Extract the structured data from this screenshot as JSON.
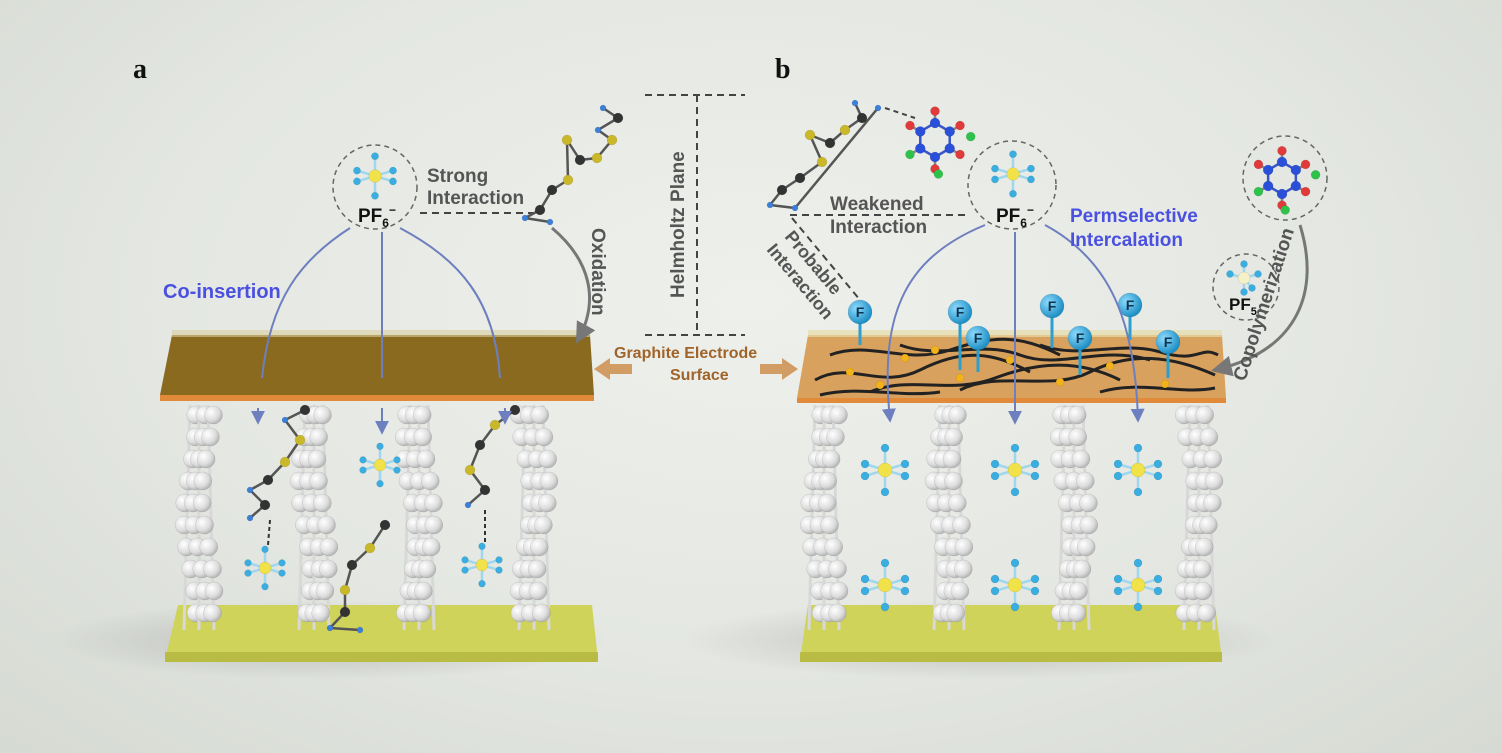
{
  "panels": {
    "a": {
      "letter": "a",
      "ion_label": "PF",
      "ion_sub": "6",
      "ion_sup": "−",
      "interaction_line1": "Strong",
      "interaction_line2": "Interaction",
      "co_insertion": "Co-insertion",
      "oxidation": "Oxidation"
    },
    "b": {
      "letter": "b",
      "ion_label": "PF",
      "ion_sub": "6",
      "ion_sup": "−",
      "interaction_line1": "Weakened",
      "interaction_line2": "Interaction",
      "probable_line1": "Probable",
      "probable_line2": "Interaction",
      "permselective_line1": "Permselective",
      "permselective_line2": "Intercalation",
      "pf5_label": "PF",
      "pf5_sub": "5",
      "copolymerization": "Copolymerization",
      "fluorine_label": "F"
    }
  },
  "center": {
    "helmholtz": "Helmholtz Plane",
    "surface_line1": "Graphite  Electrode",
    "surface_line2": "Surface"
  },
  "colors": {
    "graphite_top": "#8a6a1e",
    "graphite_top_b": "#d9a15e",
    "electrode_edge": "#e08a3a",
    "base_plate": "#cfd35a",
    "arrow_blue": "#6d7fbf",
    "text_blue": "#4a50e0",
    "text_brown": "#a0642a",
    "fluorine_ball": "#3aaee0",
    "phosphorus": "#f2e24a",
    "carbon": "#333333",
    "sulfur": "#c9b82a",
    "hydrogen": "#3a7fd8",
    "oxygen": "#e03a3a",
    "nitrogen": "#2a4fd8",
    "chlorine": "#2ec24a"
  }
}
